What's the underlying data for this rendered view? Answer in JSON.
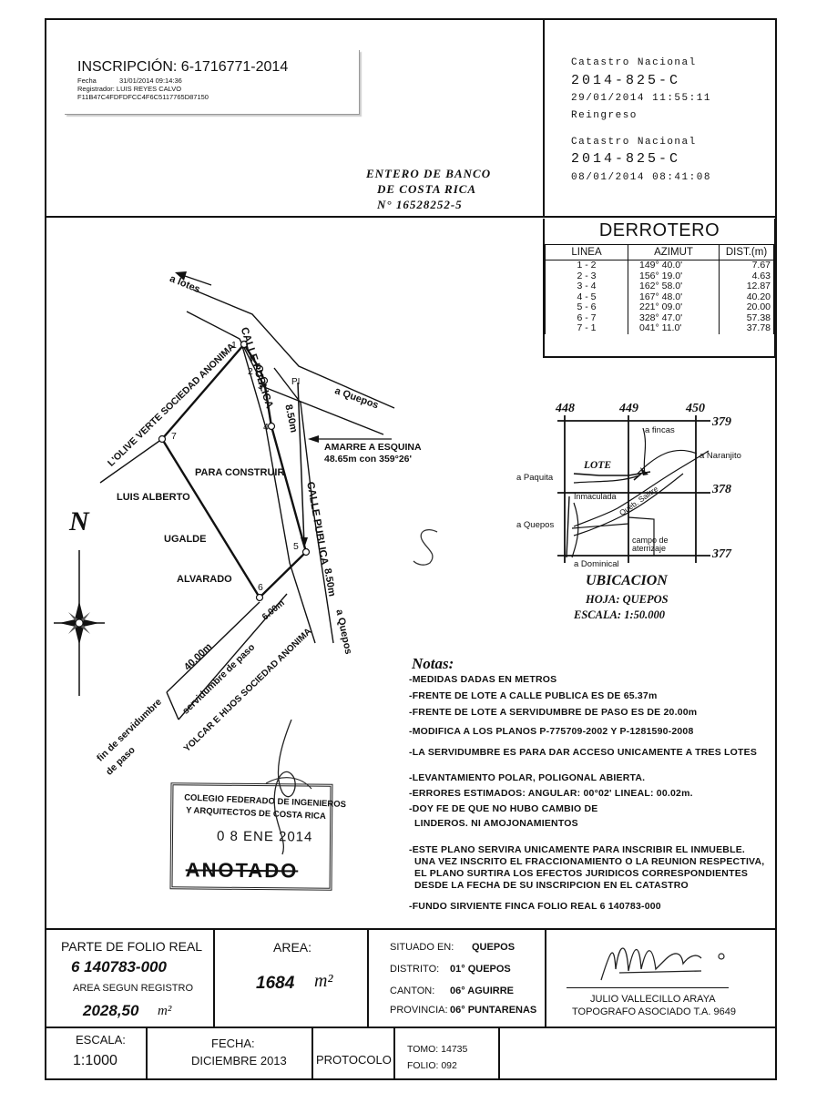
{
  "inscription": {
    "title": "INSCRIPCIÓN: 6-1716771-2014",
    "fecha_label": "Fecha",
    "fecha_value": "31/01/2014 09:14:36",
    "registrador": "Registrador: LUIS REYES CALVO",
    "hash": "F11B47C4FDFDFCC4F6C5117765D87150"
  },
  "catastro": [
    {
      "label": "Catastro Nacional",
      "number": "2014-825-C",
      "datetime": "29/01/2014 11:55:11",
      "note": "Reingreso"
    },
    {
      "label": "Catastro Nacional",
      "number": "2014-825-C",
      "datetime": "08/01/2014 08:41:08"
    }
  ],
  "bank": {
    "line1": "ENTERO DE BANCO",
    "line2": "DE COSTA RICA",
    "line3": "N° 16528252-5"
  },
  "derrotero": {
    "title": "DERROTERO",
    "headers": [
      "LINEA",
      "AZIMUT",
      "DIST.(m)"
    ],
    "rows": [
      {
        "linea": "1 - 2",
        "azimut": "149° 40.0'",
        "dist": "7.67"
      },
      {
        "linea": "2 - 3",
        "azimut": "156° 19.0'",
        "dist": "4.63"
      },
      {
        "linea": "3 - 4",
        "azimut": "162° 58.0'",
        "dist": "12.87"
      },
      {
        "linea": "4 - 5",
        "azimut": "167° 48.0'",
        "dist": "40.20"
      },
      {
        "linea": "5 - 6",
        "azimut": "221° 09.0'",
        "dist": "20.00"
      },
      {
        "linea": "6 - 7",
        "azimut": "328° 47.0'",
        "dist": "57.38"
      },
      {
        "linea": "7 - 1",
        "azimut": "041° 11.0'",
        "dist": "37.78"
      }
    ]
  },
  "plan": {
    "a_lotes": "a lotes",
    "calle_publica_1": "CALLE PUBLICA",
    "calle_publica_2": "CALLE PUBLICA",
    "a_quepos_1": "a Quepos",
    "a_quepos_2": "a Quepos",
    "width_1": "8.50m",
    "width_2": "8.50m",
    "width_3": "6.00m",
    "amarre_1": "AMARRE A ESQUINA",
    "amarre_2": "48.65m con 359°26'",
    "pi": "PI",
    "olive": "L'OLIVE VERTE SOCIEDAD ANONIMA",
    "para_construir": "PARA CONSTRUIR",
    "luis_1": "LUIS ALBERTO",
    "luis_2": "UGALDE",
    "luis_3": "ALVARADO",
    "servidumbre_len": "40.00m",
    "servidumbre": "servidumbre de paso",
    "fin_1": "fin de servidumbre",
    "fin_2": "de paso",
    "yolcar": "YOLCAR E HIJOS SOCIEDAD ANONIMA",
    "north": "N",
    "points": [
      "1",
      "2",
      "3",
      "4",
      "5",
      "6",
      "7"
    ]
  },
  "location": {
    "grid_top": [
      "448",
      "449",
      "450"
    ],
    "grid_right": [
      "379",
      "378",
      "377"
    ],
    "a_fincas": "a fincas",
    "a_naranjito": "a Naranjito",
    "a_paquita": "a Paquita",
    "lote": "LOTE",
    "inmaculada": "Inmaculada",
    "queb_salitre": "Queb. Salitre",
    "a_quepos": "a Quepos",
    "campo_1": "campo de",
    "campo_2": "aterrizaje",
    "a_dominical": "a Dominical",
    "title": "UBICACION",
    "hoja": "HOJA: QUEPOS",
    "escala": "ESCALA: 1:50.000"
  },
  "notes": {
    "title": "Notas:",
    "items": [
      "-MEDIDAS DADAS EN METROS",
      "-FRENTE DE LOTE A CALLE PUBLICA ES DE 65.37m",
      "-FRENTE DE LOTE A SERVIDUMBRE DE PASO ES DE 20.00m",
      "-MODIFICA A LOS PLANOS P-775709-2002 Y P-1281590-2008",
      "-LA SERVIDUMBRE ES PARA DAR ACCESO UNICAMENTE A TRES LOTES",
      "-LEVANTAMIENTO POLAR, POLIGONAL ABIERTA.",
      "-ERRORES ESTIMADOS: ANGULAR: 00°02' LINEAL: 00.02m.",
      "-DOY FE DE QUE NO HUBO CAMBIO DE",
      " LINDEROS.   NI AMOJONAMIENTOS",
      "-ESTE PLANO SERVIRA UNICAMENTE PARA INSCRIBIR EL INMUEBLE.",
      " UNA VEZ INSCRITO EL FRACCIONAMIENTO O LA REUNION RESPECTIVA,",
      " EL PLANO SURTIRA LOS EFECTOS JURIDICOS CORRESPONDIENTES",
      " DESDE LA FECHA DE SU INSCRIPCION EN EL CATASTRO",
      "-FUNDO SIRVIENTE FINCA FOLIO REAL 6 140783-000"
    ]
  },
  "stamp": {
    "line1": "COLEGIO FEDERADO DE INGENIEROS",
    "line2": "Y ARQUITECTOS DE COSTA RICA",
    "date": "0 8 ENE 2014",
    "anotado": "ANOTADO"
  },
  "footer": {
    "folio_label": "PARTE DE FOLIO REAL",
    "folio_value": "6 140783-000",
    "area_reg_label": "AREA SEGUN REGISTRO",
    "area_reg_value": "2028,50",
    "area_reg_unit": "m²",
    "area_label": "AREA:",
    "area_value": "1684",
    "area_unit": "m²",
    "situado_label": "SITUADO EN:",
    "situado_value": "QUEPOS",
    "distrito_label": "DISTRITO:",
    "distrito_value": "01° QUEPOS",
    "canton_label": "CANTON:",
    "canton_value": "06° AGUIRRE",
    "provincia_label": "PROVINCIA:",
    "provincia_value": "06° PUNTARENAS",
    "surveyor_name": "JULIO VALLECILLO ARAYA",
    "surveyor_title": "TOPOGRAFO ASOCIADO   T.A. 9649",
    "escala_label": "ESCALA:",
    "escala_value": "1:1000",
    "fecha_label": "FECHA:",
    "fecha_value": "DICIEMBRE 2013",
    "protocolo_label": "PROTOCOLO",
    "tomo": "TOMO: 14735",
    "folio": "FOLIO: 092"
  }
}
